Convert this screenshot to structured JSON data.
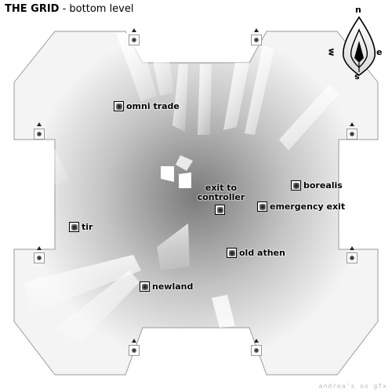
{
  "header": {
    "title_bold": "THE GRID",
    "title_rest": " - bottom level"
  },
  "locations": {
    "omni_trade": "omni trade",
    "borealis": "borealis",
    "exit_controller_line1": "exit to",
    "exit_controller_line2": "controller",
    "emergency_exit": "emergency exit",
    "tir": "tir",
    "old_athen": "old athen",
    "newland": "newland"
  },
  "compass": {
    "north": "n",
    "south": "s",
    "east": "e",
    "west": "w"
  },
  "credit": "andrea's oo gfx",
  "icons": {
    "location_marker": "square-marker-icon",
    "door_marker": "door-marker-icon",
    "compass": "compass-rose-icon"
  },
  "colors": {
    "floor_center": "#7a7a7a",
    "floor_edge": "#f2f2f2",
    "outline": "#9a9a9a",
    "beam": "#ffffff",
    "text": "#000000"
  }
}
